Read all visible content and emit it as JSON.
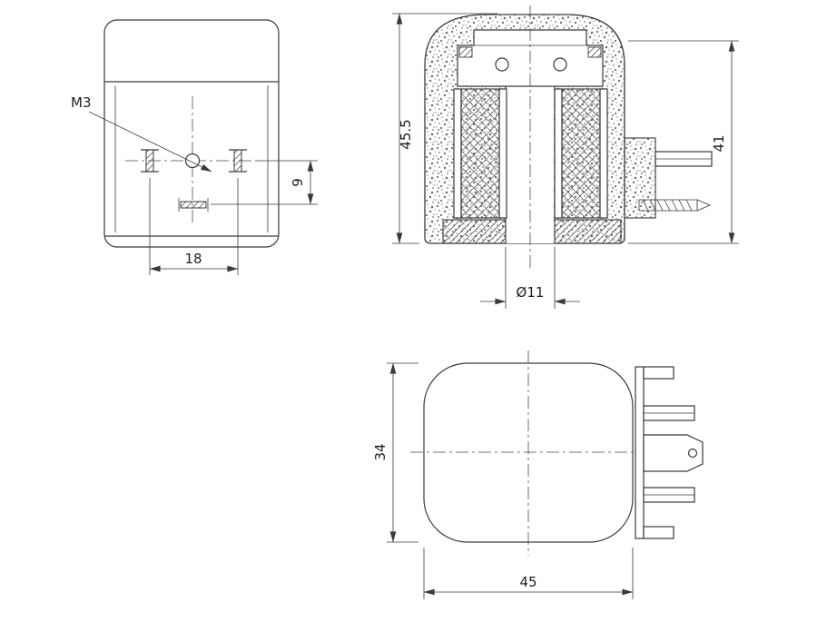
{
  "page": {
    "background": "#ffffff",
    "line_color": "#3a3a3a"
  },
  "drawing": {
    "type": "technical-drawing",
    "subject": "solenoid-coil-three-view-drawing",
    "views": {
      "front_view": {
        "labels": {
          "thread_callout": "M3",
          "dim_slot_offset": "9",
          "dim_hole_spacing": "18"
        }
      },
      "section_view": {
        "labels": {
          "dim_overall_height": "45.5",
          "dim_body_height": "41",
          "dim_bore_diameter": "Ø11"
        }
      },
      "bottom_view": {
        "labels": {
          "dim_body_depth": "34",
          "dim_body_width": "45"
        }
      }
    }
  }
}
